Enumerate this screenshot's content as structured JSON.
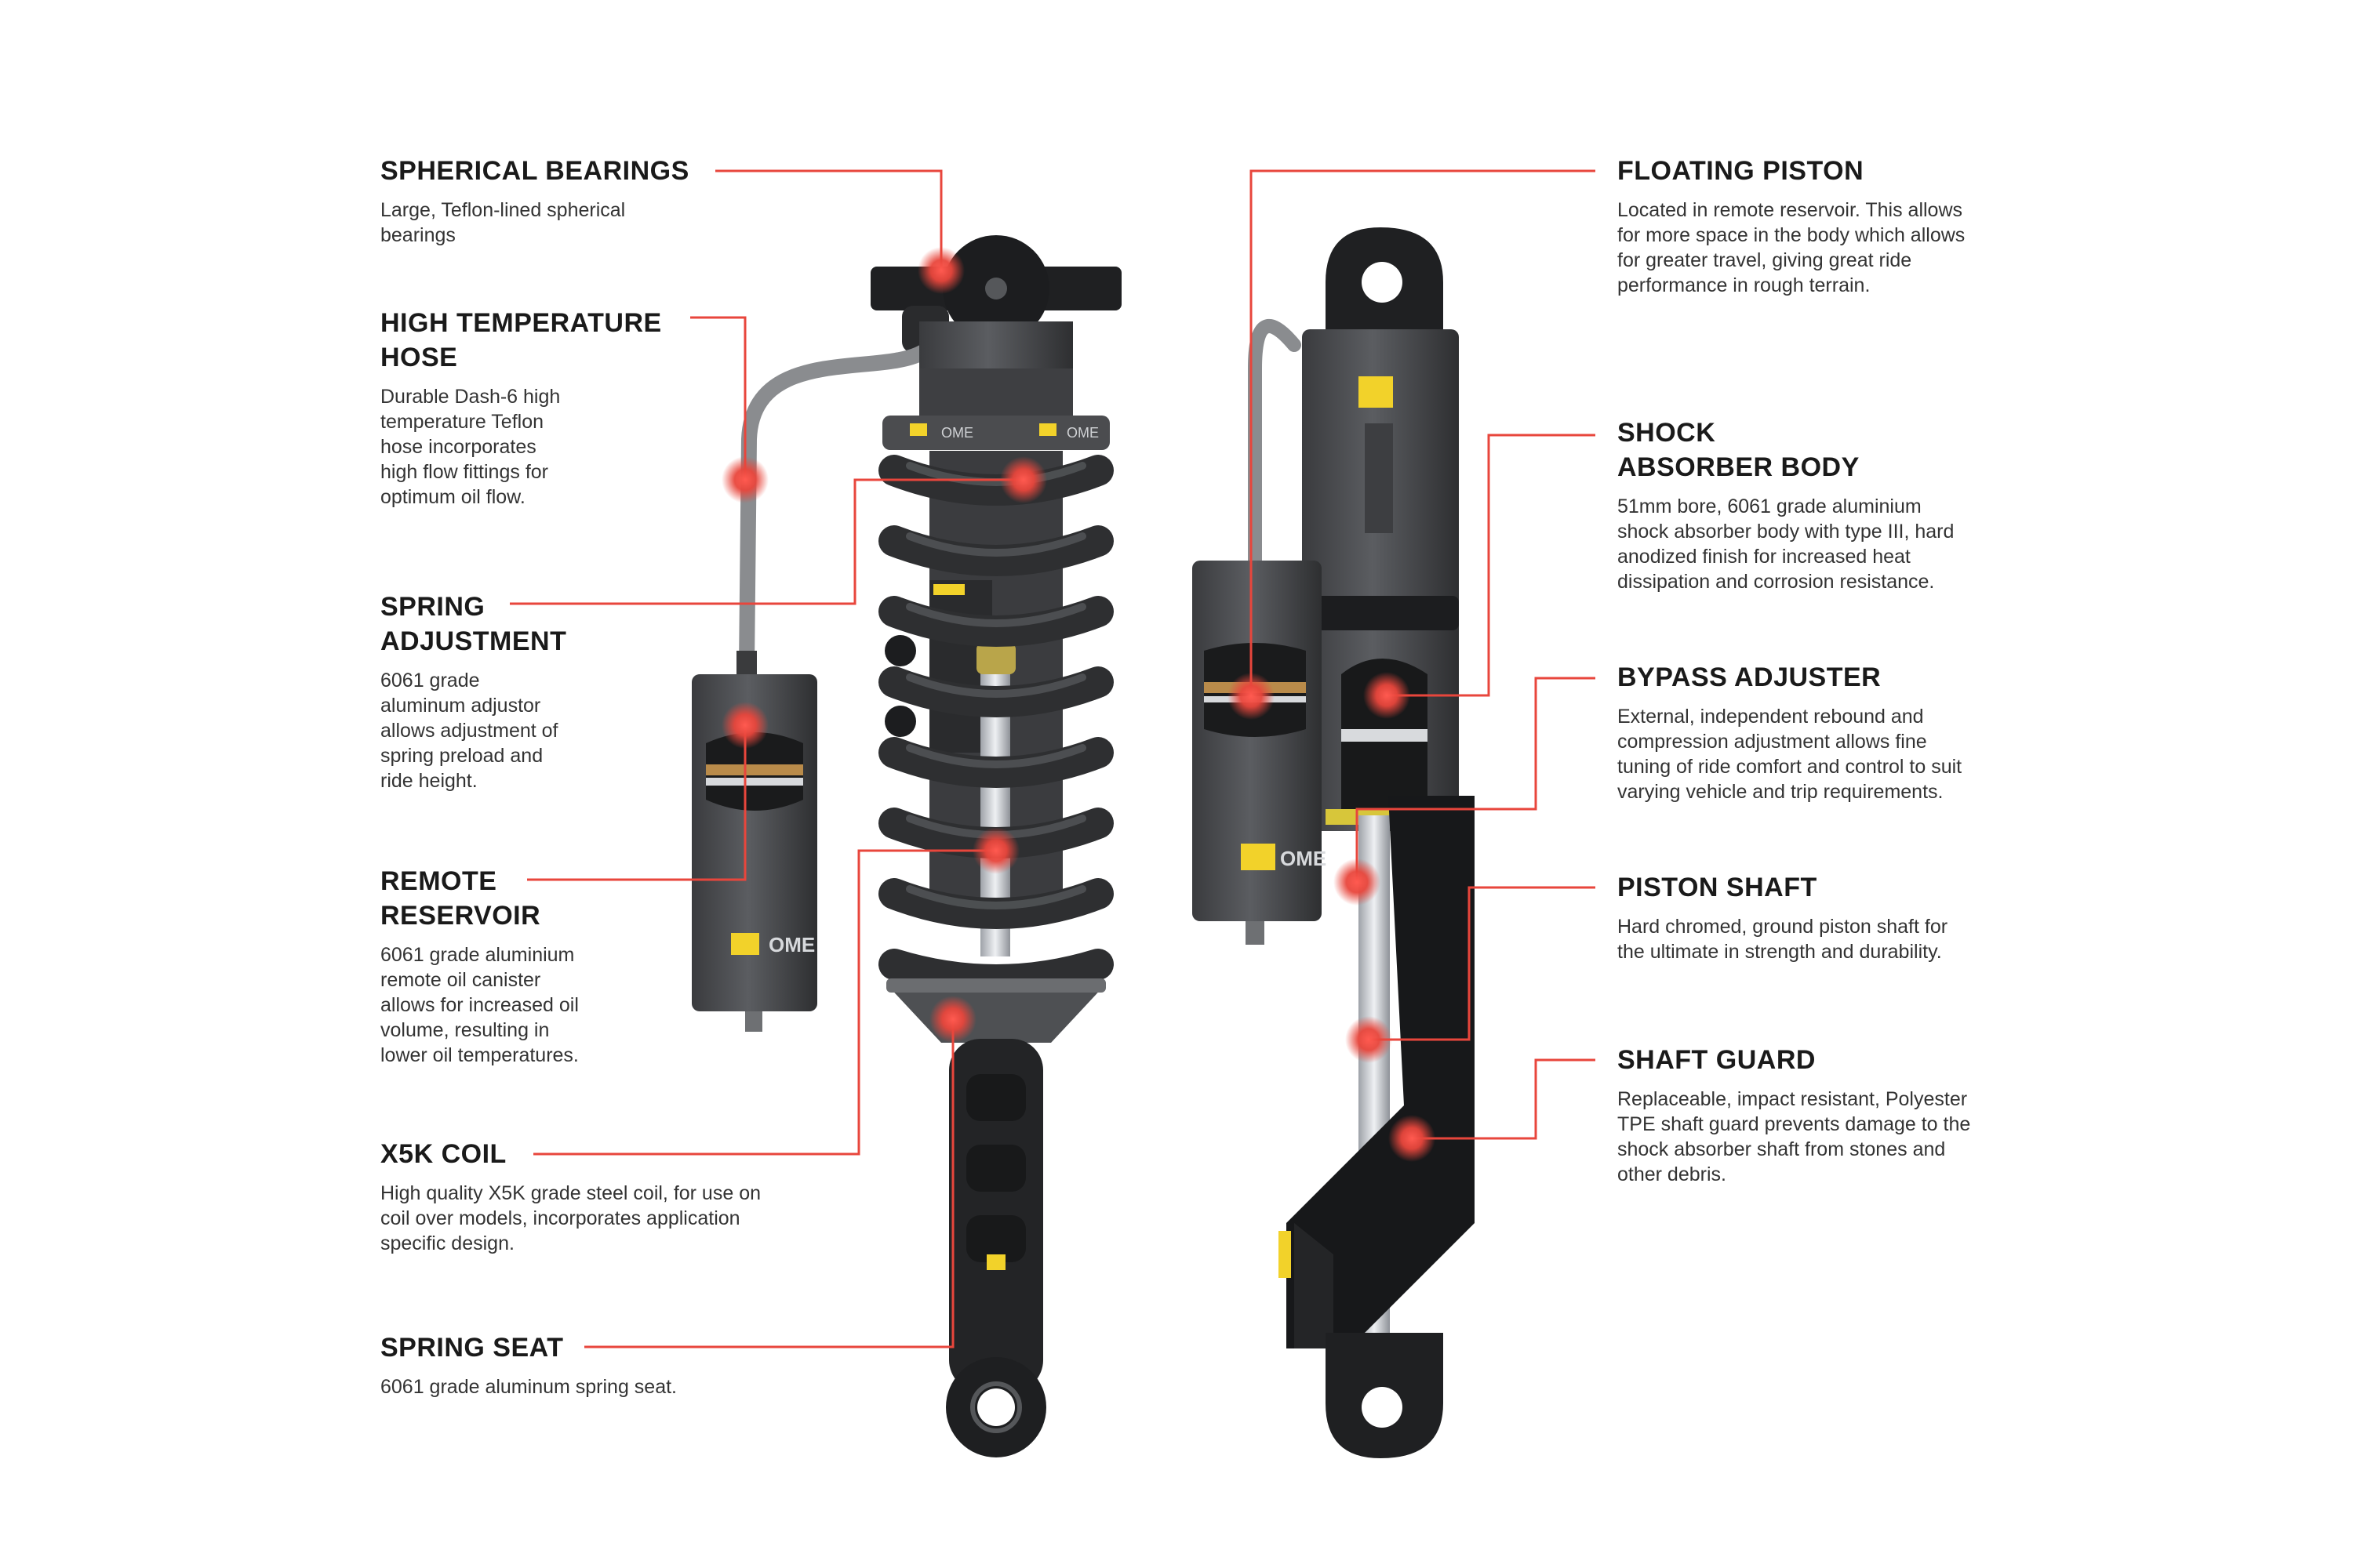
{
  "colors": {
    "accent_red": "#e8463c",
    "shock_dark": "#2b2c2e",
    "shock_mid": "#4d4e51",
    "shock_light": "#6e7073",
    "chrome": "#c9ccd1",
    "ome_yellow": "#f2d22a"
  },
  "badges": {
    "brand": "OME"
  },
  "callouts": {
    "spherical_bearings": {
      "title": "SPHERICAL BEARINGS",
      "body": "Large, Teflon-lined spherical\nbearings"
    },
    "high_temp_hose": {
      "title": "HIGH TEMPERATURE\nHOSE",
      "body": "Durable Dash-6 high\ntemperature Teflon\nhose incorporates\nhigh flow fittings for\noptimum oil flow."
    },
    "spring_adjustment": {
      "title": "SPRING\nADJUSTMENT",
      "body": "6061 grade\naluminum adjustor\nallows adjustment of\nspring preload and\nride height."
    },
    "remote_reservoir": {
      "title": "REMOTE\nRESERVOIR",
      "body": "6061 grade aluminium\nremote oil canister\nallows for increased oil\nvolume, resulting in\nlower oil temperatures."
    },
    "x5k_coil": {
      "title": "X5K COIL",
      "body": "High quality X5K grade steel coil, for use on\ncoil over models, incorporates application\nspecific design."
    },
    "spring_seat": {
      "title": "SPRING SEAT",
      "body": "6061 grade aluminum spring seat."
    },
    "floating_piston": {
      "title": "FLOATING PISTON",
      "body": "Located in remote reservoir. This allows\nfor more space in the body which allows\nfor greater travel, giving great ride\nperformance in rough terrain."
    },
    "shock_absorber_body": {
      "title": "SHOCK\nABSORBER BODY",
      "body": "51mm bore, 6061 grade aluminium\nshock absorber body with type III, hard\nanodized finish for increased heat\ndissipation and corrosion resistance."
    },
    "bypass_adjuster": {
      "title": "BYPASS ADJUSTER",
      "body": "External, independent rebound and\ncompression adjustment allows fine\ntuning of ride comfort and control to suit\nvarying vehicle and trip requirements."
    },
    "piston_shaft": {
      "title": "PISTON SHAFT",
      "body": "Hard chromed, ground piston shaft for\nthe ultimate in strength and durability."
    },
    "shaft_guard": {
      "title": "SHAFT GUARD",
      "body": "Replaceable, impact resistant, Polyester\nTPE shaft guard prevents damage to the\nshock absorber shaft from stones and\nother debris."
    }
  }
}
